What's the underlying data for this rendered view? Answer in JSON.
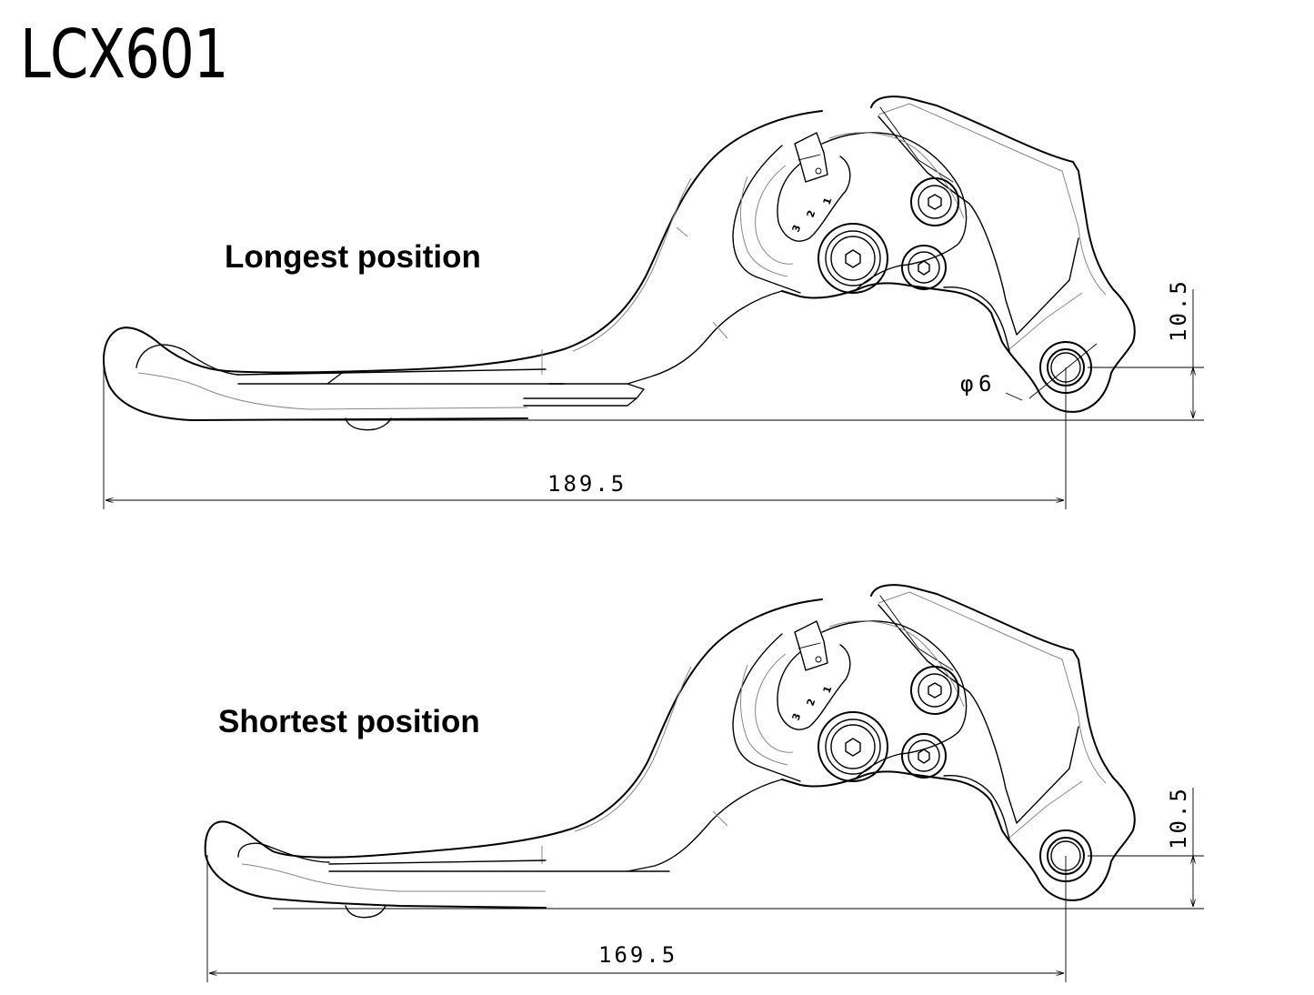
{
  "title": "LCX601",
  "views": [
    {
      "caption": "Longest position",
      "overall_length": "189.5",
      "pivot_offset": "10.5",
      "pivot_diameter_symbol": "φ",
      "pivot_diameter": "6",
      "adjuster_marks": [
        "3",
        "2",
        "1"
      ]
    },
    {
      "caption": "Shortest position",
      "overall_length": "169.5",
      "pivot_offset": "10.5",
      "adjuster_marks": [
        "3",
        "2",
        "1"
      ]
    }
  ]
}
